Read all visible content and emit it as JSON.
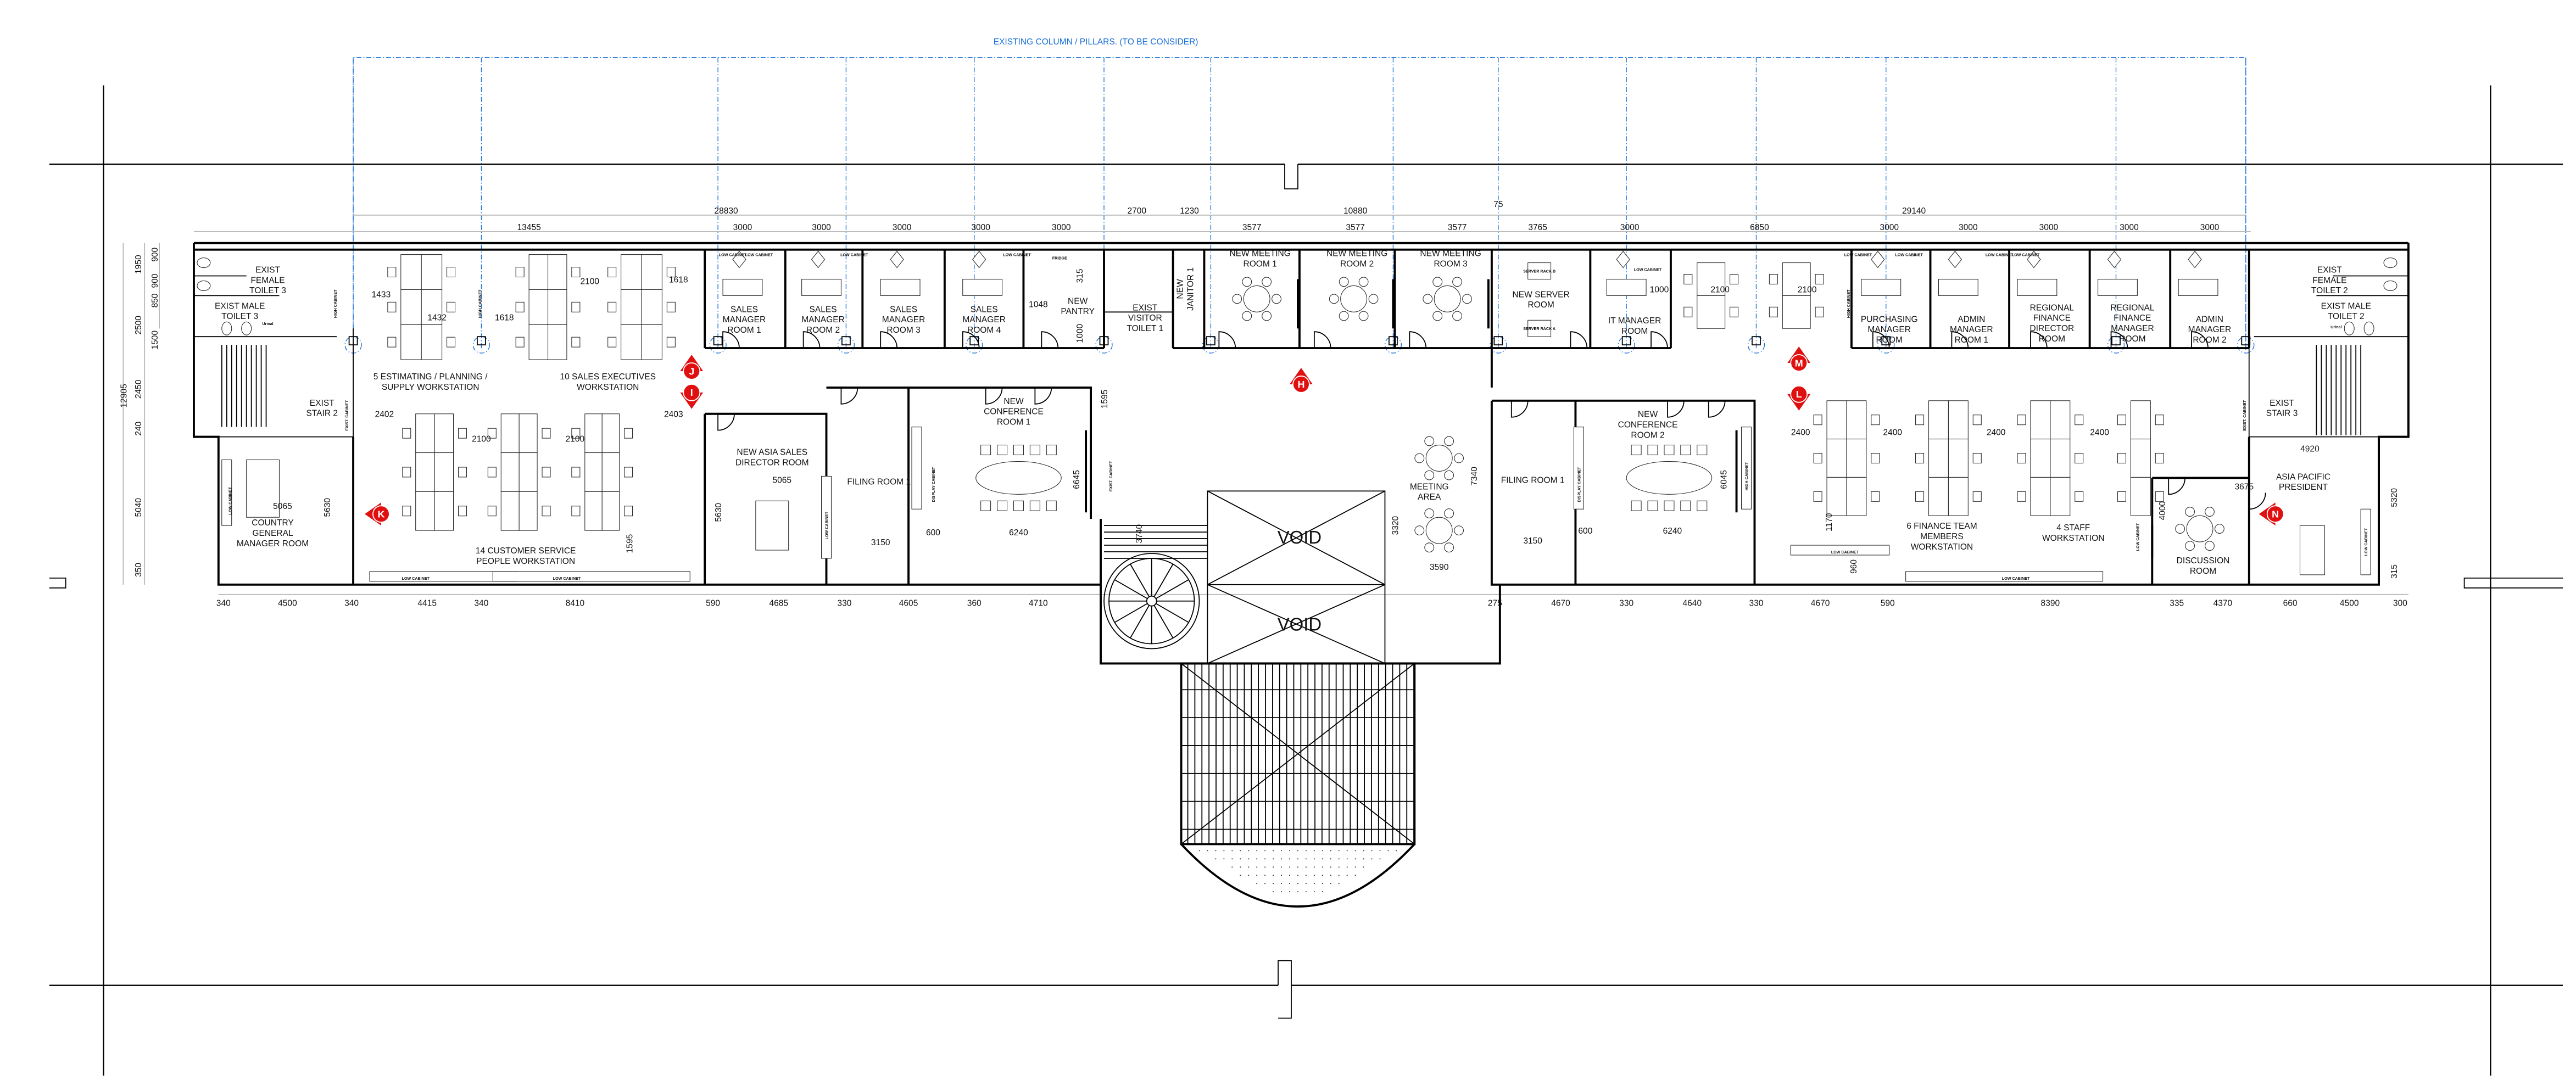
{
  "title": "EXISTING COLUMN / PILLARS. (TO BE CONSIDER)",
  "rooms": [
    {
      "lines": [
        "EXIST",
        "FEMALE",
        "TOILET 3"
      ]
    },
    {
      "lines": [
        "EXIST MALE",
        "TOILET 3"
      ]
    },
    {
      "lines": [
        "EXIST",
        "STAIR 2"
      ]
    },
    {
      "lines": [
        "COUNTRY",
        "GENERAL",
        "MANAGER ROOM"
      ]
    },
    {
      "lines": [
        "5 ESTIMATING / PLANNING /",
        "SUPPLY WORKSTATION"
      ]
    },
    {
      "lines": [
        "10 SALES EXECUTIVES",
        "WORKSTATION"
      ]
    },
    {
      "lines": [
        "14 CUSTOMER SERVICE",
        "PEOPLE WORKSTATION"
      ]
    },
    {
      "lines": [
        "SALES",
        "MANAGER",
        "ROOM 1"
      ]
    },
    {
      "lines": [
        "SALES",
        "MANAGER",
        "ROOM 2"
      ]
    },
    {
      "lines": [
        "SALES",
        "MANAGER",
        "ROOM 3"
      ]
    },
    {
      "lines": [
        "SALES",
        "MANAGER",
        "ROOM 4"
      ]
    },
    {
      "lines": [
        "NEW",
        "PANTRY"
      ]
    },
    {
      "lines": [
        "EXIST",
        "VISITOR",
        "TOILET 1"
      ]
    },
    {
      "lines": [
        "NEW",
        "JANITOR 1"
      ]
    },
    {
      "lines": [
        "NEW MEETING",
        "ROOM 1"
      ]
    },
    {
      "lines": [
        "NEW MEETING",
        "ROOM 2"
      ]
    },
    {
      "lines": [
        "NEW MEETING",
        "ROOM 3"
      ]
    },
    {
      "lines": [
        "NEW SERVER",
        "ROOM"
      ]
    },
    {
      "lines": [
        "IT MANAGER",
        "ROOM"
      ]
    },
    {
      "lines": [
        "PURCHASING",
        "MANAGER",
        "ROOM"
      ]
    },
    {
      "lines": [
        "ADMIN",
        "MANAGER",
        "ROOM 1"
      ]
    },
    {
      "lines": [
        "REGIONAL",
        "FINANCE",
        "DIRECTOR",
        "ROOM"
      ]
    },
    {
      "lines": [
        "REGIONAL",
        "FINANCE",
        "MANAGER",
        "ROOM"
      ]
    },
    {
      "lines": [
        "ADMIN",
        "MANAGER",
        "ROOM 2"
      ]
    },
    {
      "lines": [
        "EXIST",
        "FEMALE",
        "TOILET 2"
      ]
    },
    {
      "lines": [
        "EXIST MALE",
        "TOILET 2"
      ]
    },
    {
      "lines": [
        "EXIST",
        "STAIR 3"
      ]
    },
    {
      "lines": [
        "ASIA PACIFIC",
        "PRESIDENT"
      ]
    },
    {
      "lines": [
        "DISCUSSION",
        "ROOM"
      ]
    },
    {
      "lines": [
        "6 FINANCE TEAM",
        "MEMBERS",
        "WORKSTATION"
      ]
    },
    {
      "lines": [
        "4 STAFF",
        "WORKSTATION"
      ]
    },
    {
      "lines": [
        "NEW",
        "CONFERENCE",
        "ROOM 2"
      ]
    },
    {
      "lines": [
        "FILING ROOM  1"
      ]
    },
    {
      "lines": [
        "FILING ROOM  1"
      ]
    },
    {
      "lines": [
        "NEW",
        "CONFERENCE",
        "ROOM 1"
      ]
    },
    {
      "lines": [
        "NEW ASIA SALES",
        "DIRECTOR ROOM"
      ]
    },
    {
      "lines": [
        "MEETING",
        "AREA"
      ]
    },
    {
      "lines": [
        "VOID"
      ]
    },
    {
      "lines": [
        "VOID"
      ]
    }
  ],
  "markers": [
    "J",
    "I",
    "K",
    "H",
    "M",
    "L",
    "N"
  ],
  "fixtures": [
    "HIGH CABINET",
    "HIGH CABINET",
    "EXIST. CABINET",
    "LOW CABINET",
    "LOW CABINET",
    "LOW CABINET",
    "LOW CABINET",
    "DISPLAY CABINET",
    "EXIST. CABINET",
    "DISPLAY CABINET",
    "HIGH CABINET",
    "LOW CABINET",
    "LOW CABINET",
    "LOW CABINET",
    "LOW CABINET",
    "EXIST. CABINET",
    "SERVER RACK B",
    "SERVER RACK A",
    "Urinal",
    "Urinal",
    "LOW CABINET",
    "LOW CABINET",
    "LOW CABINET",
    "LOW CABINET",
    "LOW CABINET",
    "LOW CABINET",
    "LOW CABINET",
    "LOW CABINET",
    "LOW CABINET",
    "HIGH CABINET",
    "FRIDGE"
  ],
  "dimensions": {
    "top_overall": [
      "28830",
      "2700",
      "1230",
      "10880",
      "29140",
      "75"
    ],
    "top_bays": [
      "13455",
      "3000",
      "3000",
      "3000",
      "3000",
      "3000",
      "3577",
      "3577",
      "3577",
      "3765",
      "3000",
      "6850",
      "3000",
      "3000",
      "3000",
      "3000",
      "3000"
    ],
    "bottom": [
      "340",
      "4500",
      "340",
      "4415",
      "340",
      "8410",
      "590",
      "4685",
      "330",
      "4605",
      "360",
      "4710",
      "275",
      "4670",
      "330",
      "4640",
      "330",
      "4670",
      "590",
      "8390",
      "335",
      "4370",
      "660",
      "4500",
      "300"
    ],
    "left": [
      "1950",
      "900",
      "900",
      "850",
      "2500",
      "1500",
      "2450",
      "240",
      "5040",
      "350",
      "12905"
    ],
    "interior": [
      "1433",
      "1432",
      "1618",
      "2100",
      "1618",
      "2402",
      "2100",
      "2100",
      "2403",
      "5065",
      "5630",
      "1595",
      "5630",
      "5065",
      "3150",
      "600",
      "6240",
      "6645",
      "1048",
      "315",
      "1000",
      "1595",
      "3740",
      "3320",
      "3590",
      "7340",
      "3150",
      "600",
      "6240",
      "6045",
      "1000",
      "2100",
      "2100",
      "2400",
      "2400",
      "2400",
      "2400",
      "1170",
      "960",
      "4920",
      "3675",
      "4000",
      "5320",
      "315"
    ]
  },
  "colors": {
    "column_grid": "#1a6fd8",
    "marker": "#e01010",
    "walls": "#000000",
    "dimension_lines": "#b8b8b8",
    "screen_glass": "#19b5b5",
    "screen_purple": "#6a1a8a",
    "screen_green": "#3cb020"
  }
}
